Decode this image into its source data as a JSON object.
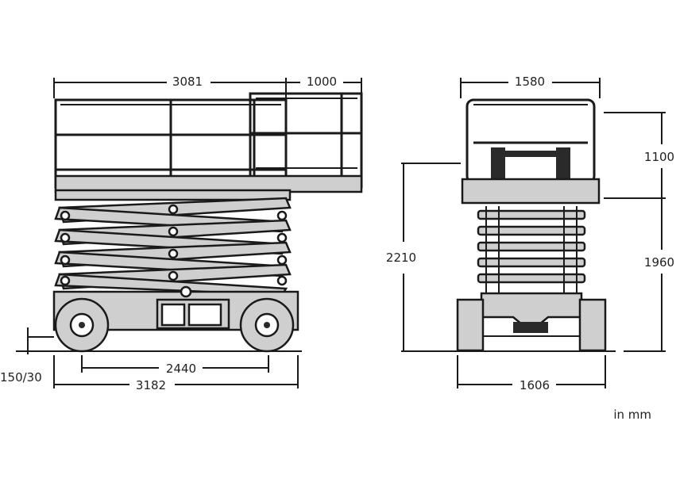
{
  "side_view": {
    "length_label": "3081",
    "extension_label": "1000",
    "wheelbase_label": "2440",
    "overall_length_label": "3182",
    "ground_clearance_label": "150/30"
  },
  "front_view": {
    "platform_width_label": "1580",
    "guardrail_height_label": "1100",
    "stowed_height_label": "2210",
    "lowered_height_label": "1960",
    "overall_width_label": "1606"
  },
  "unit_note": "in mm"
}
